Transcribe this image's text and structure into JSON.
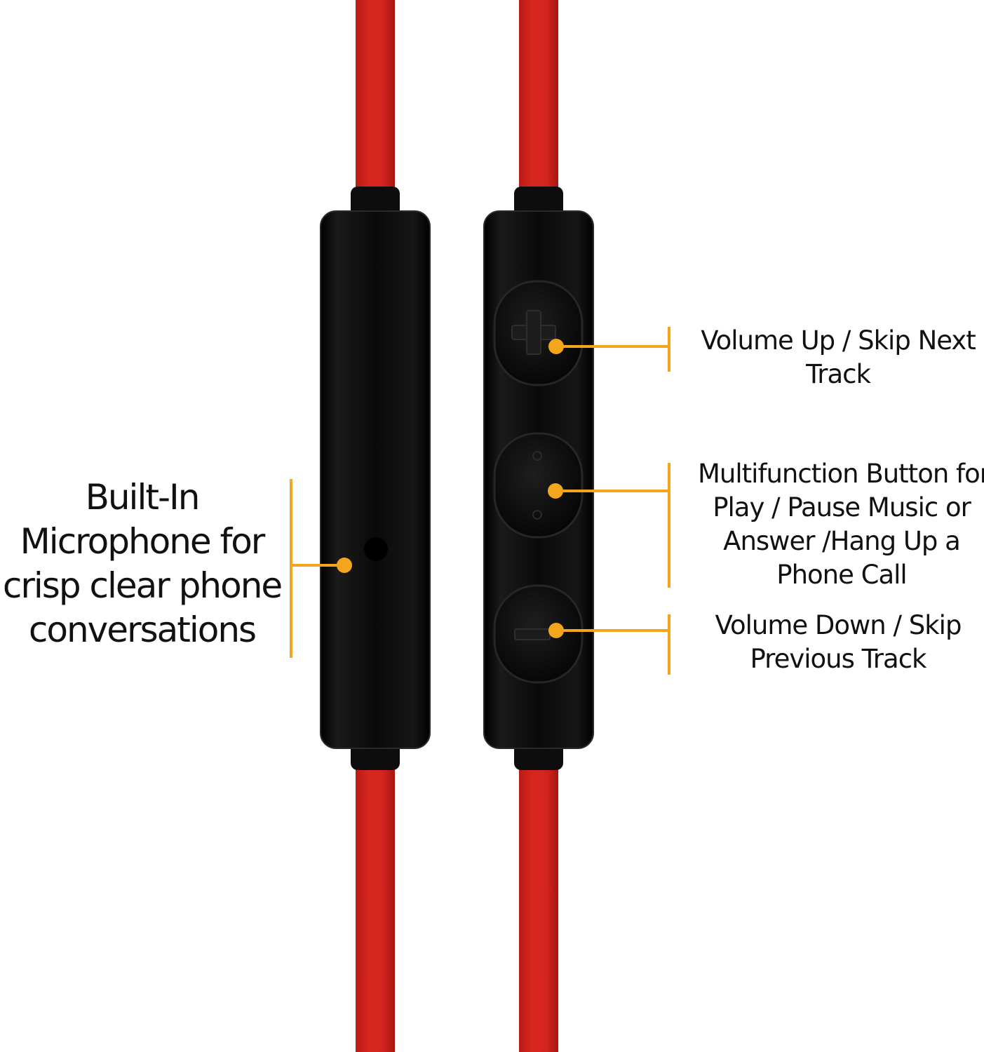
{
  "colors": {
    "cable": "#d2241f",
    "remote_body": "#0b0b0b",
    "callout": "#f3a51b",
    "background": "#ffffff",
    "text": "#111111"
  },
  "labels": {
    "microphone": [
      "Built-In",
      "Microphone for",
      "crisp clear phone",
      "conversations"
    ],
    "volume_up": [
      "Volume Up / Skip Next",
      "Track"
    ],
    "multifunction": [
      "Multifunction Button for",
      "Play / Pause Music or",
      "Answer /Hang Up a",
      "Phone Call"
    ],
    "volume_down": [
      "Volume Down / Skip",
      "Previous Track"
    ]
  },
  "icons": {
    "microphone_hole": "microphone-hole-icon",
    "plus_button": "plus-icon",
    "multifunction_button": "multifunction-dots-icon",
    "minus_button": "minus-icon"
  }
}
